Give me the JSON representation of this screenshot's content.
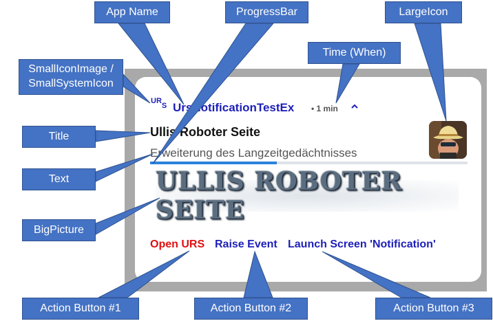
{
  "colors": {
    "callout": "#4472c4",
    "app_name": "#1d1fb8",
    "action_primary": "#e01010",
    "action_secondary": "#1d1fb8",
    "progress": "#2a82dd"
  },
  "labels": {
    "app_name": "App Name",
    "progress_bar": "ProgressBar",
    "large_icon": "LargeIcon",
    "time": "Time (When)",
    "small_icon": "SmallIconImage / SmallSystemIcon",
    "title": "Title",
    "text": "Text",
    "big_picture": "BigPicture",
    "action_button_1": "Action Button #1",
    "action_button_2": "Action Button #2",
    "action_button_3": "Action Button #3"
  },
  "notification": {
    "small_icon_text_top": "UR",
    "small_icon_text_bottom": "S",
    "app_name": "UrsNotificationTestEx",
    "time": "• 1 min",
    "expand_icon": "chevron-up-icon",
    "title": "Ullis Roboter Seite",
    "text": "Erweiterung des Langzeitgedächtnisses",
    "progress_fraction": 0.4,
    "large_icon": "avatar-photo",
    "big_picture_text": "ULLIS ROBOTER SEITE",
    "actions": [
      "Open URS",
      "Raise Event",
      "Launch Screen 'Notification'"
    ]
  }
}
